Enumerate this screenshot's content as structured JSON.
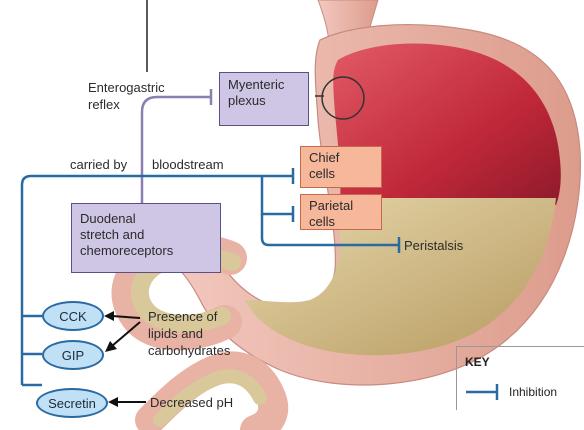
{
  "labels": {
    "enterogastric_line1": "Enterogastric",
    "enterogastric_line2": "reflex",
    "carried_by": "carried by",
    "bloodstream": "bloodstream",
    "peristalsis": "Peristalsis",
    "presence_line1": "Presence of",
    "presence_line2": "lipids and",
    "presence_line3": "carbohydrates",
    "decreased_ph": "Decreased pH"
  },
  "boxes": {
    "myenteric_line1": "Myenteric",
    "myenteric_line2": "plexus",
    "chief_line1": "Chief",
    "chief_line2": "cells",
    "parietal_line1": "Parietal",
    "parietal_line2": "cells",
    "duodenal_line1": "Duodenal",
    "duodenal_line2": "stretch and",
    "duodenal_line3": "chemoreceptors"
  },
  "hormones": {
    "cck": "CCK",
    "gip": "GIP",
    "secretin": "Secretin"
  },
  "key": {
    "title": "KEY",
    "inhibition": "Inhibition"
  },
  "colors": {
    "pathway_line": "#2a6aa3",
    "neural_line": "#8a80b0",
    "stomach_wall": "#e8b2a4",
    "stomach_mucosa": "#c0283a",
    "chyme": "#d8c89a"
  }
}
